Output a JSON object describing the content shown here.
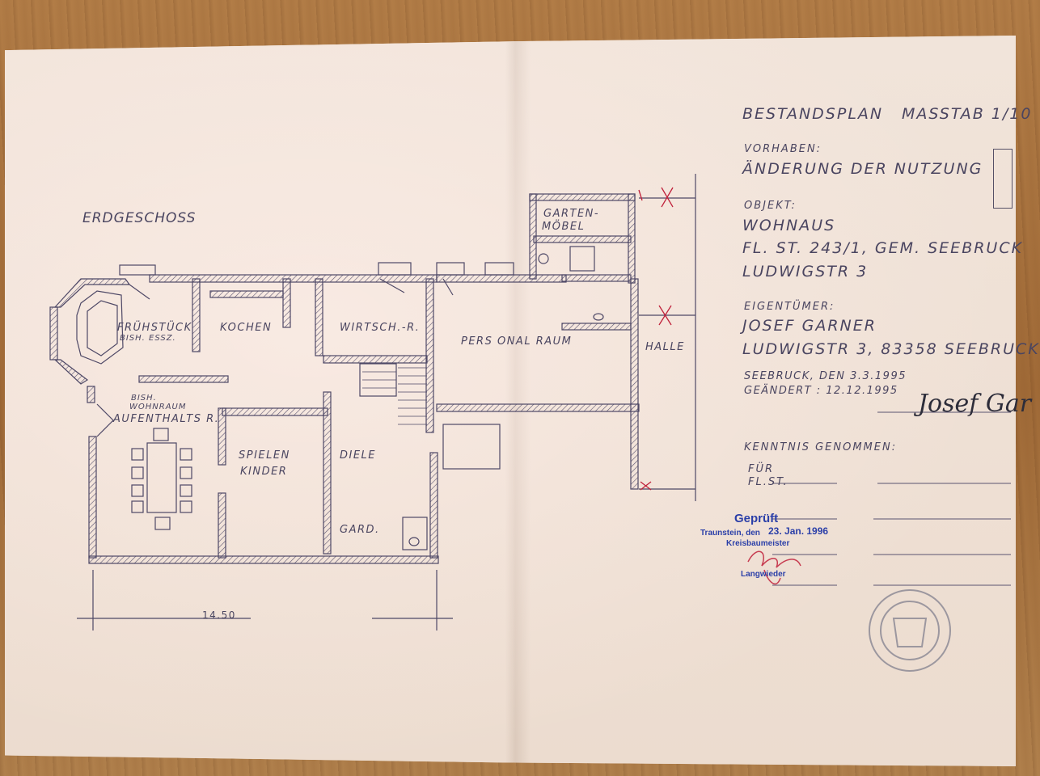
{
  "plan": {
    "floor_title": "ERDGESCHOSS",
    "rooms": {
      "fruehstueck": "FRÜHSTÜCK",
      "fruehstueck_sub": "BISH. ESSZ.",
      "kochen": "KOCHEN",
      "wirtsch": "WIRTSCH.-R.",
      "personal": "PERS ONAL RAUM",
      "halle": "HALLE",
      "garten1": "GARTEN-",
      "garten2": "MÖBEL",
      "bish_wohn": "BISH.",
      "bish_wohn2": "WOHNRAUM",
      "aufenthalt": "AUFENTHALTS R.",
      "spielen": "SPIELEN",
      "kinder": "KINDER",
      "diele": "DIELE",
      "gard": "GARD."
    },
    "dimension": "14.50"
  },
  "title_block": {
    "heading": "BESTANDSPLAN",
    "scale": "MASSTAB 1/10",
    "vorhaben_label": "VORHABEN:",
    "vorhaben_value": "ÄNDERUNG DER NUTZUNG",
    "objekt_label": "OBJEKT:",
    "objekt_line1": "WOHNAUS",
    "objekt_line2": "FL. ST. 243/1, GEM. SEEBRUCK",
    "objekt_line3": "LUDWIGSTR 3",
    "eigentuemer_label": "EIGENTÜMER:",
    "eigentuemer_name": "JOSEF GARNER",
    "eigentuemer_addr": "LUDWIGSTR 3, 83358 SEEBRUCK",
    "date_line1": "SEEBRUCK, DEN 3.3.1995",
    "date_line2": "GEÄNDERT :  12.12.1995",
    "kenntnis": "KENNTNIS GENOMMEN:",
    "fuer": "FÜR",
    "flst": "FL.ST."
  },
  "stamp": {
    "title": "Geprüft",
    "line": "Traunstein, den",
    "date": "23. Jan. 1996",
    "office": "Kreisbaumeister",
    "name": "Langwieder"
  },
  "colors": {
    "ink": "#4a4560",
    "stamp": "#2b3fa8",
    "red_mark": "#c0203a"
  }
}
